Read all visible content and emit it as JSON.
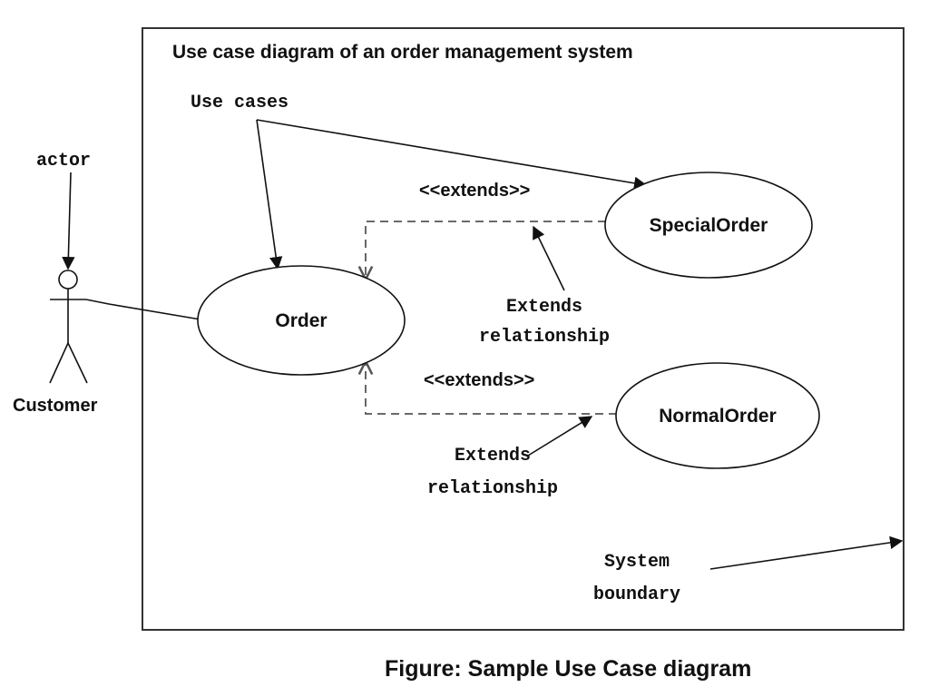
{
  "title": "Use case diagram of an order management system",
  "caption": "Figure: Sample Use Case diagram",
  "actor": {
    "name": "Customer",
    "annotation": "actor"
  },
  "use_cases_annotation": "Use cases",
  "use_cases": {
    "order": "Order",
    "special_order": "SpecialOrder",
    "normal_order": "NormalOrder"
  },
  "relationships": {
    "extends_label_top": "<<extends>>",
    "extends_label_bottom": "<<extends>>",
    "extends_note_top": [
      "Extends",
      "relationship"
    ],
    "extends_note_bottom": [
      "Extends",
      "relationship"
    ]
  },
  "system_boundary_note": [
    "System",
    "boundary"
  ],
  "colors": {
    "ink": "#111111",
    "dashed_line": "#555555",
    "background": "#ffffff"
  }
}
